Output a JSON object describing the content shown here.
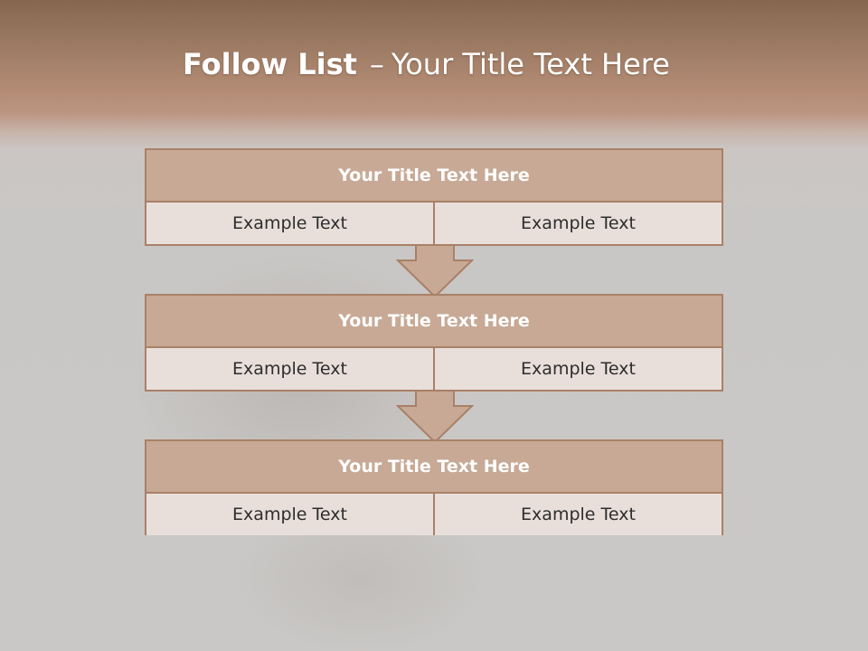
{
  "slide": {
    "title_bold": "Follow List",
    "title_dash": "–",
    "title_rest": "Your Title Text Here"
  },
  "blocks": [
    {
      "title": "Your Title Text Here",
      "left": "Example Text",
      "right": "Example Text"
    },
    {
      "title": "Your Title Text Here",
      "left": "Example Text",
      "right": "Example Text"
    },
    {
      "title": "Your Title Text Here",
      "left": "Example Text",
      "right": "Example Text"
    }
  ],
  "colors": {
    "header_fill": "#c7a995",
    "border": "#a98068",
    "cell_fill": "#e8dfda",
    "arrow_fill": "#c7a995"
  }
}
